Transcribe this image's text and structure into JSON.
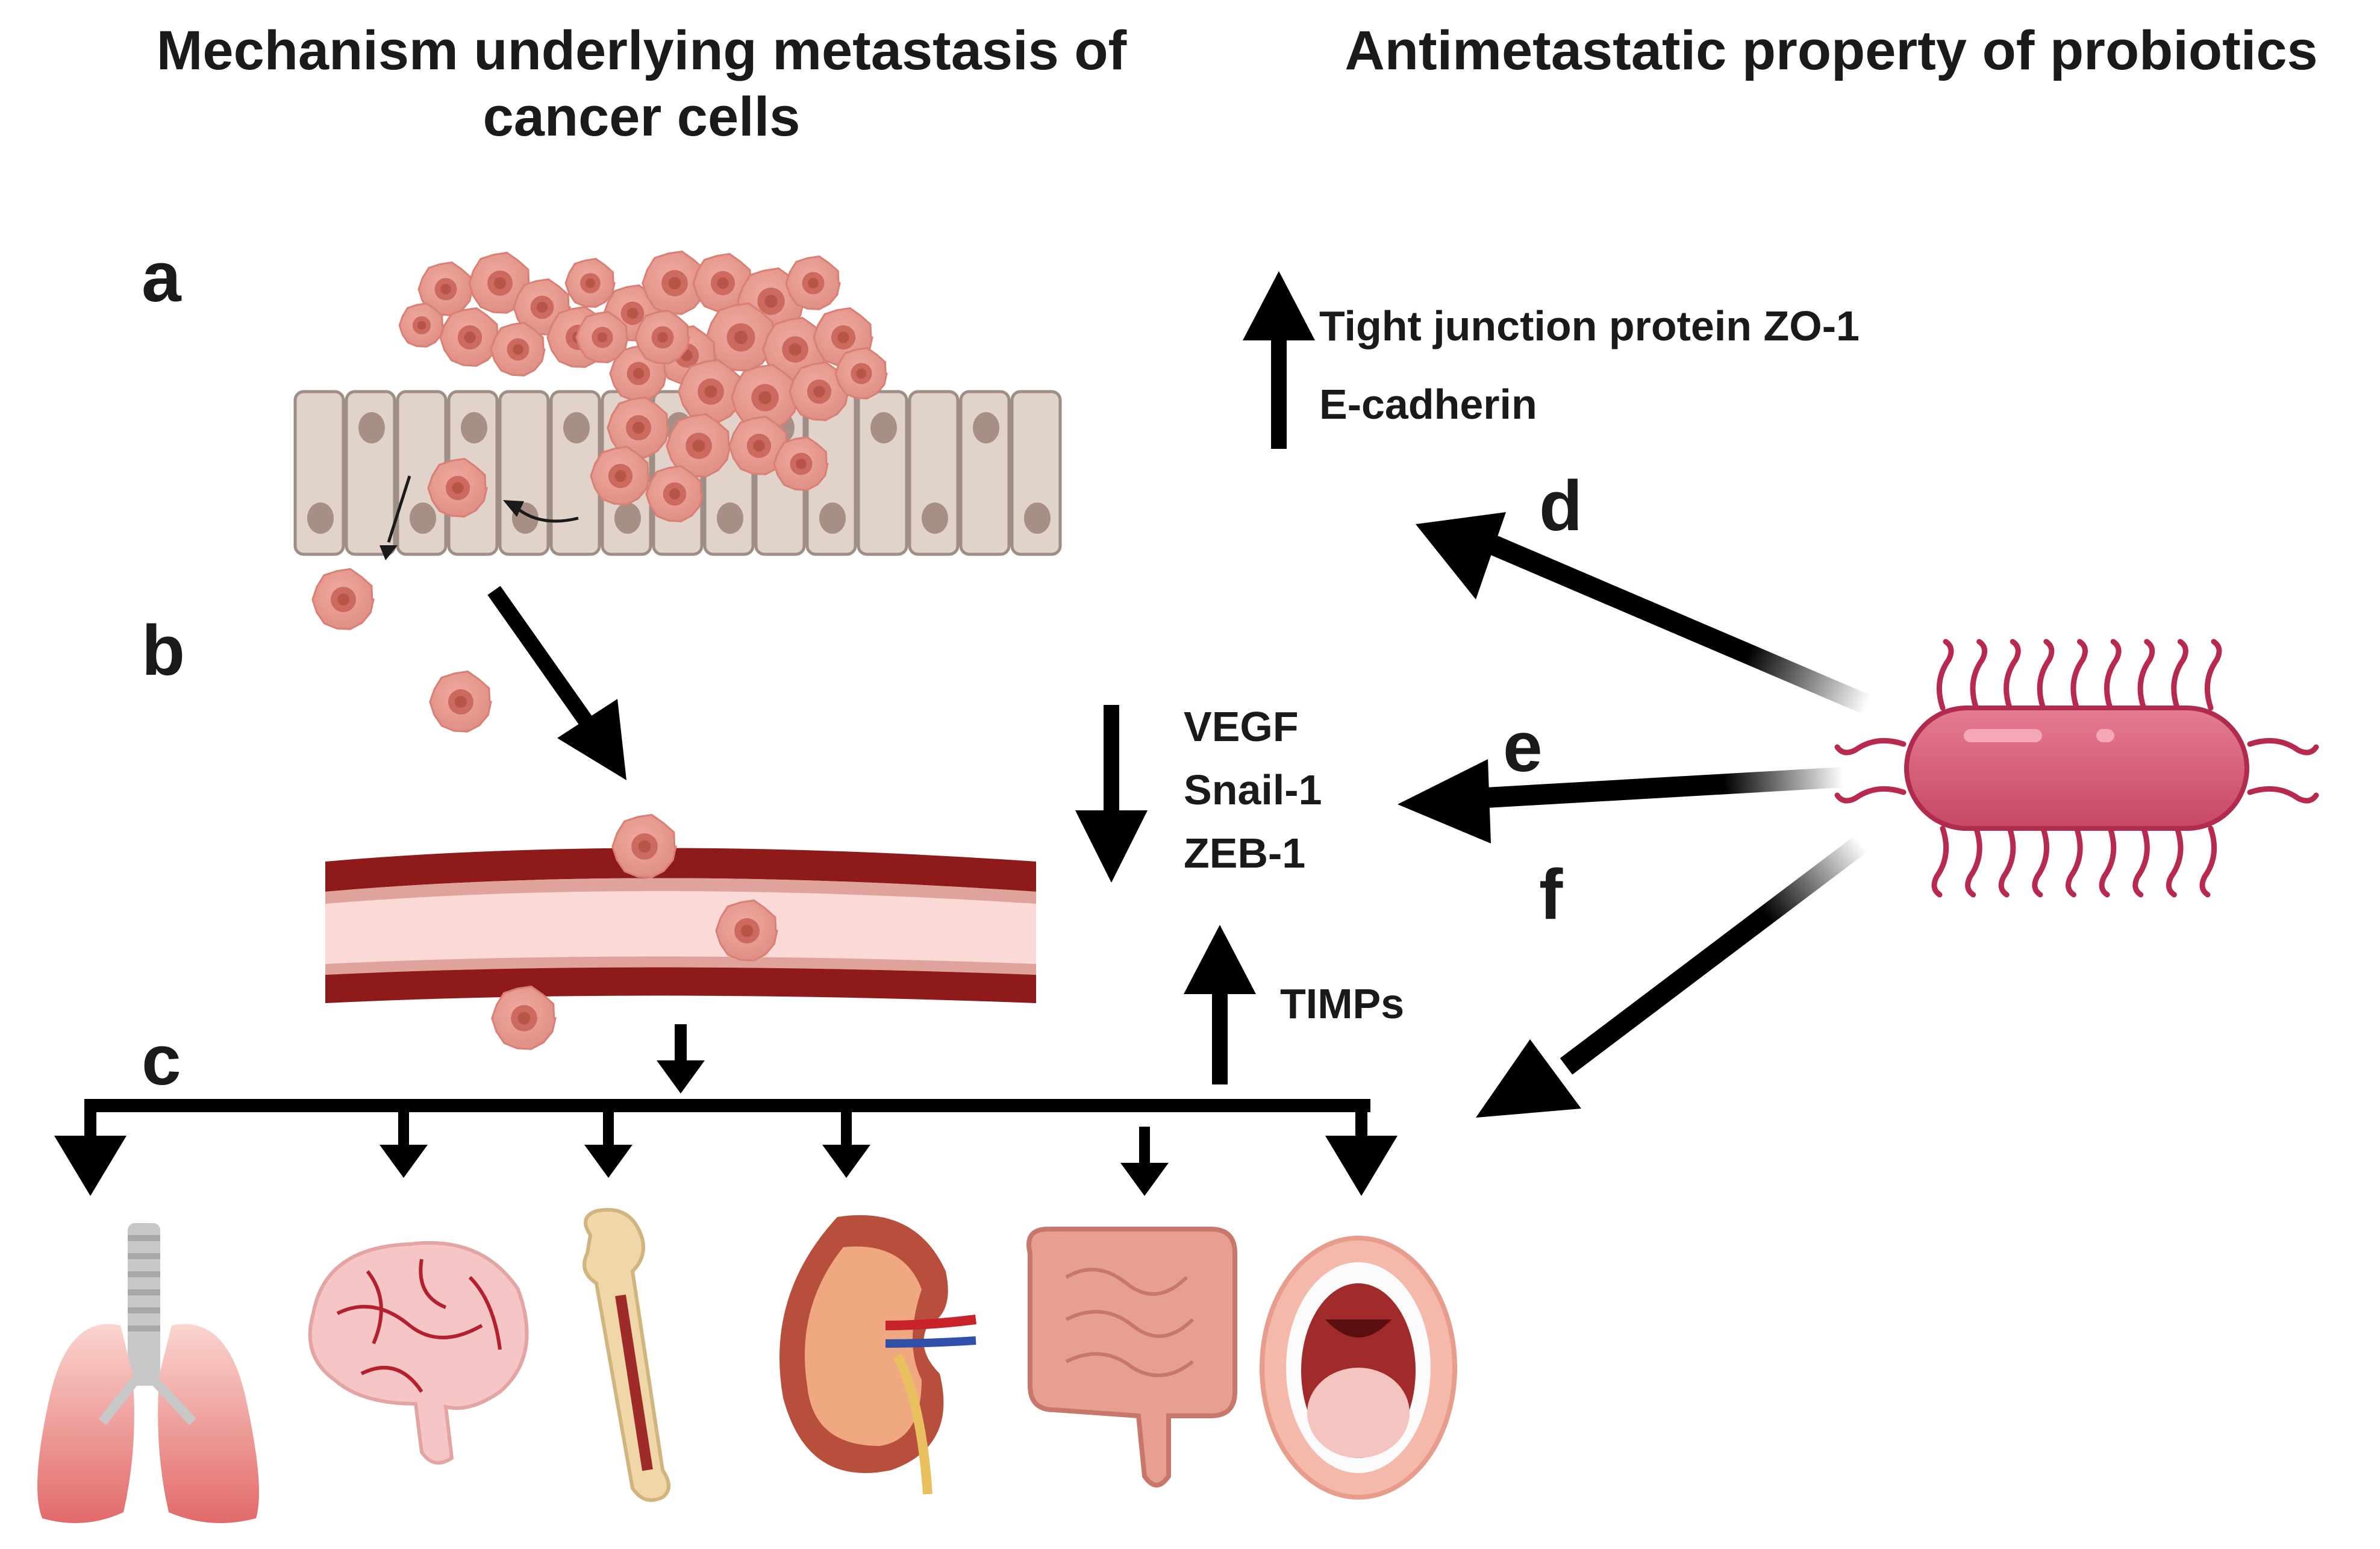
{
  "headings": {
    "left_line1": "Mechanism underlying metastasis of",
    "left_line2": "cancer cells",
    "right": "Antimetastatic property of probiotics"
  },
  "panels": {
    "a": "a",
    "b": "b",
    "c": "c",
    "d": "d",
    "e": "e",
    "f": "f"
  },
  "effects": {
    "up_1": "Tight junction protein ZO-1",
    "up_2": "E-cadherin",
    "down_1": "VEGF",
    "down_2": "Snail-1",
    "down_3": "ZEB-1",
    "up_3": "TIMPs"
  },
  "organs": [
    "lung",
    "brain",
    "bone",
    "kidney",
    "intestine",
    "mouth"
  ],
  "colors": {
    "cell_fill": "#e9998f",
    "cell_nucleus": "#cd6a5f",
    "epithelium": "#e2d3ca",
    "vessel_wall": "#8e1a1a",
    "vessel_lumen": "#fbd9d6",
    "bacterium": "#d35a74",
    "arrow": "#000000"
  }
}
